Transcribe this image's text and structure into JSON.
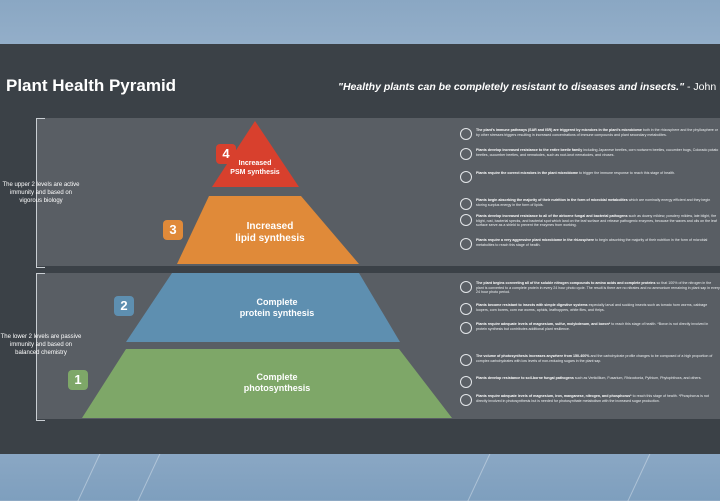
{
  "slide": {
    "title": "Plant Health Pyramid",
    "quote": "\"Healthy plants can be completely resistant to diseases and insects.\"",
    "quote_attrib": " - John Kempf"
  },
  "side_labels": {
    "upper": "The upper 2 levels are active immunity and based on vigorous biology",
    "lower": "The lower 2 levels are passive immunity and based on balanced chemistry"
  },
  "levels": [
    {
      "num": "4",
      "label_line1": "Increased",
      "label_line2": "PSM synthesis",
      "color": "#d8402d"
    },
    {
      "num": "3",
      "label_line1": "Increased",
      "label_line2": "lipid synthesis",
      "color": "#e08a39"
    },
    {
      "num": "2",
      "label_line1": "Complete",
      "label_line2": "protein synthesis",
      "color": "#5e8fb0"
    },
    {
      "num": "1",
      "label_line1": "Complete",
      "label_line2": "photosynthesis",
      "color": "#7ea768"
    }
  ],
  "descriptions": {
    "lvl4": [
      {
        "icon": "bug-icon",
        "bold": "The plant's immune pathways (SAR and ISR) are triggered by microbes in the plant's microbiome",
        "rest": " both in the rhizosphere and the phyllosphere or by other stresses triggers resulting in increased concentrations of immune compounds and plant secondary metabolites."
      },
      {
        "icon": "beetle-icon",
        "bold": "Plants develop increased resistance to the entire beetle family",
        "rest": " including Japanese beetles, corn rootworm beetles, cucumber bugs, Colorado potato beetles, cucumber beetles, and nematodes, such as root-knot nematodes, and viruses."
      },
      {
        "icon": "microbe-icon",
        "bold": "Plants require the correct microbes in the plant microbiome",
        "rest": " to trigger the immune response to reach this stage of health."
      }
    ],
    "lvl3": [
      {
        "icon": "leaf-icon",
        "bold": "Plants begin absorbing the majority of their nutrition in the form of microbial metabolites",
        "rest": " which are nominally energy efficient and they begin storing surplus energy in the form of lipids."
      },
      {
        "icon": "shield-icon",
        "bold": "Plants develop increased resistance to all of the airborne fungal and bacterial pathogens",
        "rest": " such as downy mildew, powdery mildew, late blight, fire blight, rust, bacterial specks, and bacterial spot which land on the leaf surface and release pathogenic enzymes, because the waxes and oils on the leaf surface serve as a shield to prevent the enzymes from working."
      },
      {
        "icon": "roots-icon",
        "bold": "Plants require a very aggressive plant microbiome in the rhizosphere",
        "rest": " to begin absorbing the majority of their nutrition in the form of microbial metabolites to reach this stage of health."
      }
    ],
    "lvl2": [
      {
        "icon": "molecule-icon",
        "bold": "The plant begins converting all of the soluble nitrogen compounds to amino acids and complete proteins",
        "rest": " so that 100% of the nitrogen in the plant is converted to a complete protein in every 24 hour photo cycle. The result is there are no nitrates and no ammonium remaining in plant sap in every 24 hour photo period."
      },
      {
        "icon": "insect-icon",
        "bold": "Plants become resistant to insects with simple digestive systems",
        "rest": " especially larval and sucking insects such as tomato horn worms, cabbage loopers, corn borers, corn ear worms, aphids, leafhoppers, white flies, and thrips."
      },
      {
        "icon": "minerals-icon",
        "bold": "Plants require adequate levels of magnesium, sulfur, molybdenum, and boron*",
        "rest": " to reach this stage of health. *Boron is not directly involved in protein synthesis but contributes additional plant resilience."
      }
    ],
    "lvl1": [
      {
        "icon": "sun-icon",
        "bold": "The volume of photosynthesis increases anywhere from 150-400%",
        "rest": " and the carbohydrate profile changes to be composed of a high proportion of complex carbohydrates with low levels of non-reducing sugars in the plant sap."
      },
      {
        "icon": "fungus-icon",
        "bold": "Plants develop resistance to soil-borne fungal pathogens",
        "rest": " such as Verticillium, Fusarium, Rhizoctonia, Pythium, Phytophthora, and others."
      },
      {
        "icon": "nutrient-icon",
        "bold": "Plants require adequate levels of magnesium, iron, manganese, nitrogen, and phosphorus*",
        "rest": " to reach this stage of health. *Phosphorus is not directly involved in photosynthesis but is needed for photosynthate metabolism with the increased sugar production."
      }
    ]
  }
}
